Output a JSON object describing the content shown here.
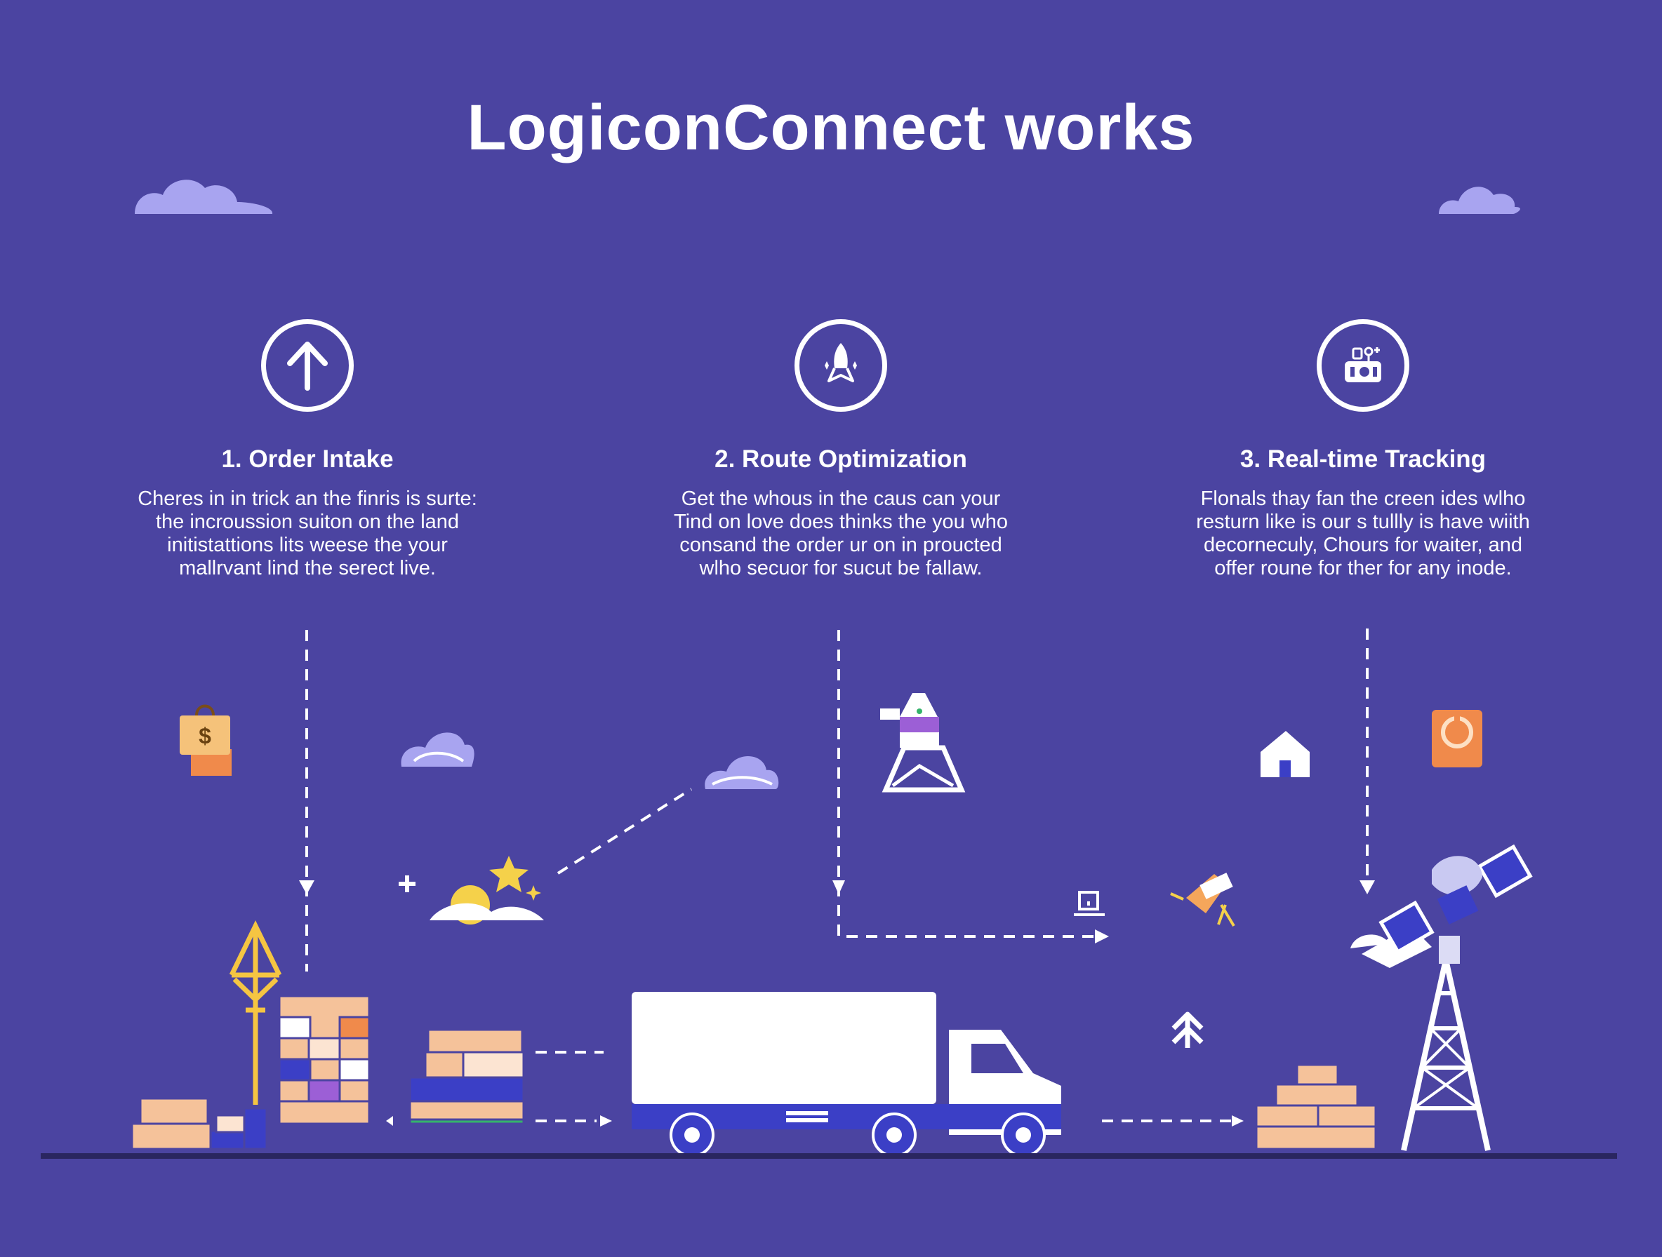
{
  "title": "LogiconConnect works",
  "steps": [
    {
      "heading": "1. Order Intake",
      "lines": [
        "Cheres in in trick an the finris is surte:",
        "the incroussion suiton on the land",
        "initistattions lits weese the your",
        "mallrvant lind the serect live."
      ],
      "icon": "arrow-up-icon"
    },
    {
      "heading": "2. Route Optimization",
      "lines": [
        "Get the whous in the caus can your",
        "Tind on love does thinks the you who",
        "consand the order ur on in proucted",
        "wlho secuor for sucut be fallaw."
      ],
      "icon": "rocket-icon"
    },
    {
      "heading": "3. Real-time Tracking",
      "lines": [
        "Flonals thay fan the creen ides wlho",
        "resturn like is our s tullly is have wiith",
        "decorneculy, Chours for waiter, and",
        "offer roune for ther for any inode."
      ],
      "icon": "tracking-device-icon"
    }
  ],
  "colors": {
    "background": "#4b44a1",
    "accent_orange": "#f5a65b",
    "accent_yellow": "#f5c542",
    "truck_blue": "#3b3fc6",
    "cloud": "#a8a4f0"
  }
}
